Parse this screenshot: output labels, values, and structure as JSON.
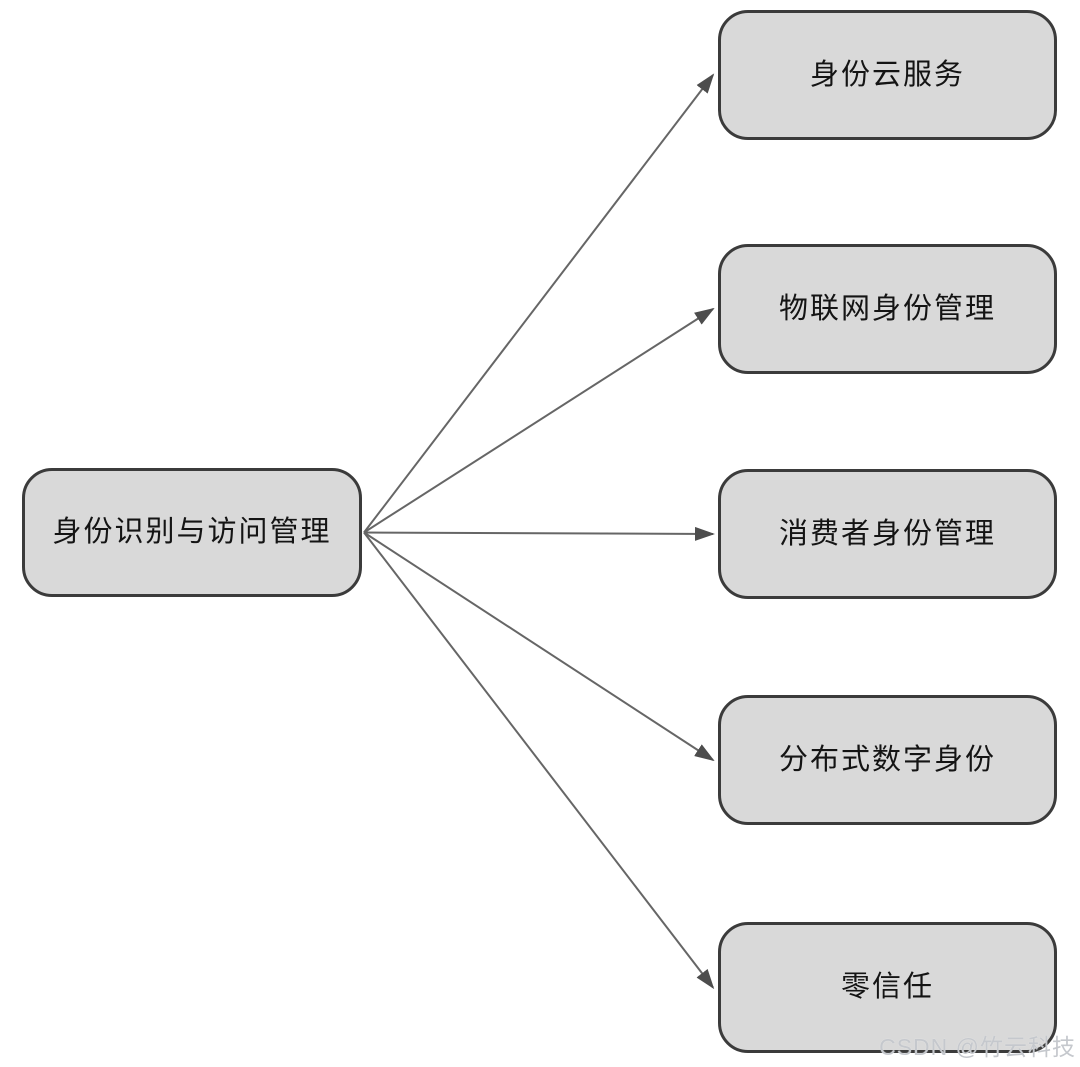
{
  "diagram": {
    "type": "flowchart",
    "nodes": {
      "source": {
        "id": "iam",
        "label": "身份识别与访问管理"
      },
      "targets": [
        {
          "id": "identity-cloud-service",
          "label": "身份云服务"
        },
        {
          "id": "iot-identity-management",
          "label": "物联网身份管理"
        },
        {
          "id": "consumer-identity-management",
          "label": "消费者身份管理"
        },
        {
          "id": "distributed-digital-identity",
          "label": "分布式数字身份"
        },
        {
          "id": "zero-trust",
          "label": "零信任"
        }
      ]
    },
    "edges": [
      {
        "from": "iam",
        "to": "identity-cloud-service"
      },
      {
        "from": "iam",
        "to": "iot-identity-management"
      },
      {
        "from": "iam",
        "to": "consumer-identity-management"
      },
      {
        "from": "iam",
        "to": "distributed-digital-identity"
      },
      {
        "from": "iam",
        "to": "zero-trust"
      }
    ],
    "colors": {
      "background": "#ffffff",
      "node_fill": "#d9d9d9",
      "node_border": "#3b3b3b",
      "node_text": "#141414",
      "edge_line": "#666666",
      "arrowhead": "#4d4d4d"
    }
  },
  "watermark": {
    "text": "CSDN @竹云科技",
    "color": "#c5c8cd"
  }
}
